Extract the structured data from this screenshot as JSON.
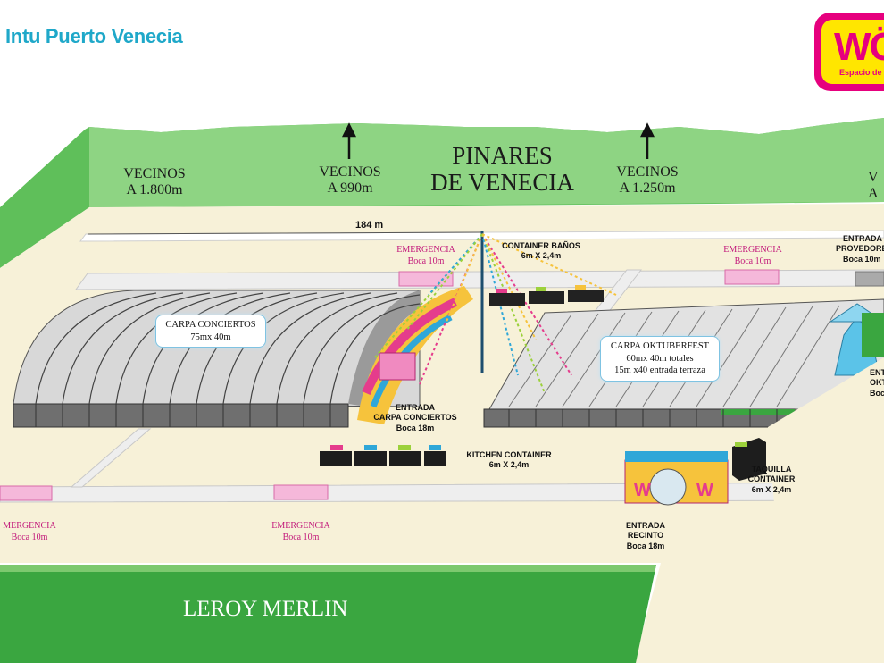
{
  "header": {
    "title": "Intu Puerto Venecia",
    "logo_text": "WÖ",
    "logo_tagline": "Espacio de Oc"
  },
  "colors": {
    "green": "#5fbf5a",
    "green_dark": "#3aa640",
    "title_blue": "#1fa8c9",
    "magenta": "#c2187a",
    "ground": "#f7f1d8"
  },
  "north": {
    "pinares": [
      "PINARES",
      "DE VENECIA"
    ],
    "vecinos": [
      {
        "label": "VECINOS",
        "distance": "A 1.800m"
      },
      {
        "label": "VECINOS",
        "distance": "A 990m"
      },
      {
        "label": "VECINOS",
        "distance": "A 1.250m"
      },
      {
        "label": "V",
        "distance": "A"
      }
    ]
  },
  "dimension": "184 m",
  "emergencias": [
    {
      "label": "EMERGENCIA",
      "size": "Boca 10m"
    },
    {
      "label": "EMERGENCIA",
      "size": "Boca 10m"
    },
    {
      "label": "EMERGENCIA",
      "size": "Boca 10m"
    },
    {
      "label": "MERGENCIA",
      "size": "Boca 10m"
    }
  ],
  "labels": {
    "container_banos": [
      "CONTAINER BAÑOS",
      "6m X 2,4m"
    ],
    "entrada_proveedores": [
      "ENTRADA",
      "PROVEDORES",
      "Boca 10m"
    ],
    "entrada_conciertos": [
      "ENTRADA",
      "CARPA CONCIERTOS",
      "Boca 18m"
    ],
    "kitchen_container": [
      "KITCHEN CONTAINER",
      "6m X 2,4m"
    ],
    "taquilla": [
      "TAQUILLA",
      "CONTAINER",
      "6m X 2,4m"
    ],
    "entrada_recinto": [
      "ENTRADA",
      "RECINTO",
      "Boca 18m"
    ],
    "entrada_oktu": [
      "ENT",
      "OKT",
      "Boc"
    ]
  },
  "carpas": {
    "conciertos": [
      "CARPA CONCIERTOS",
      "75mx 40m"
    ],
    "oktuberfest": [
      "CARPA OKTUBERFEST",
      "60mx 40m totales",
      "15m x40 entrada terraza"
    ]
  },
  "south": {
    "leroy": "LEROY MERLIN"
  }
}
